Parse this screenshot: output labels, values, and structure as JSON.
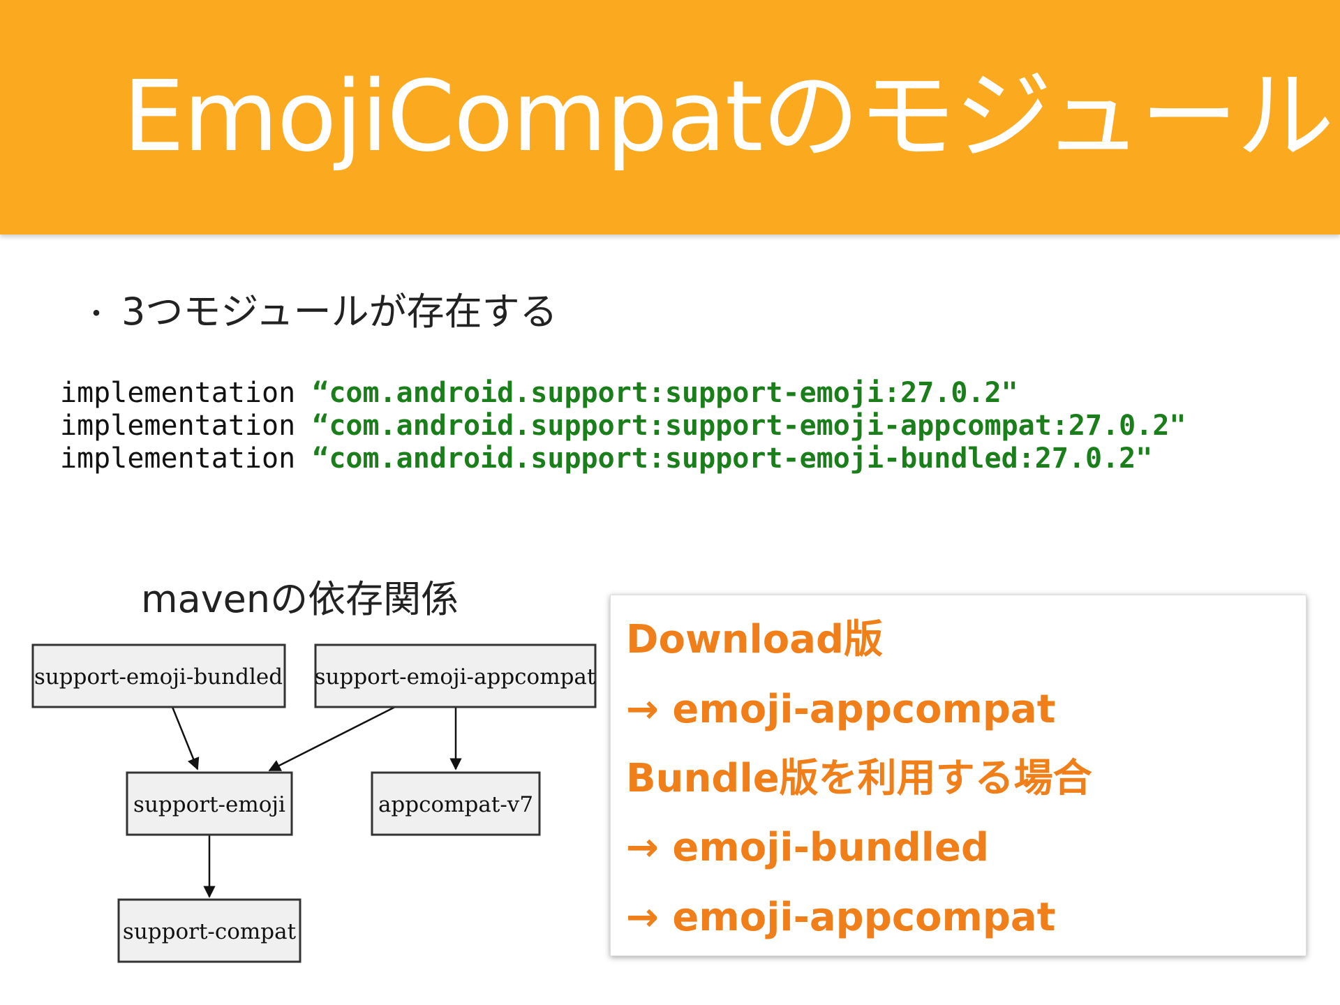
{
  "header": {
    "title": "EmojiCompatのモジュール",
    "background": "#FBA91F"
  },
  "bullet": {
    "dot": "・",
    "text": "3つモジュールが存在する"
  },
  "code": {
    "lines": [
      {
        "keyword": "implementation ",
        "value": "“com.android.support:support-emoji:27.0.2\""
      },
      {
        "keyword": "implementation ",
        "value": "“com.android.support:support-emoji-appcompat:27.0.2\""
      },
      {
        "keyword": "implementation ",
        "value": "“com.android.support:support-emoji-bundled:27.0.2\""
      }
    ]
  },
  "diagram": {
    "label": "mavenの依存関係",
    "nodes": {
      "bundled": "support-emoji-bundled",
      "appcompat": "support-emoji-appcompat",
      "emoji": "support-emoji",
      "v7": "appcompat-v7",
      "compat": "support-compat"
    }
  },
  "info": {
    "lines": [
      "Download版",
      "→ emoji-appcompat",
      "Bundle版を利用する場合",
      "→ emoji-bundled",
      "→ emoji-appcompat"
    ],
    "color": "#F07F1A"
  }
}
